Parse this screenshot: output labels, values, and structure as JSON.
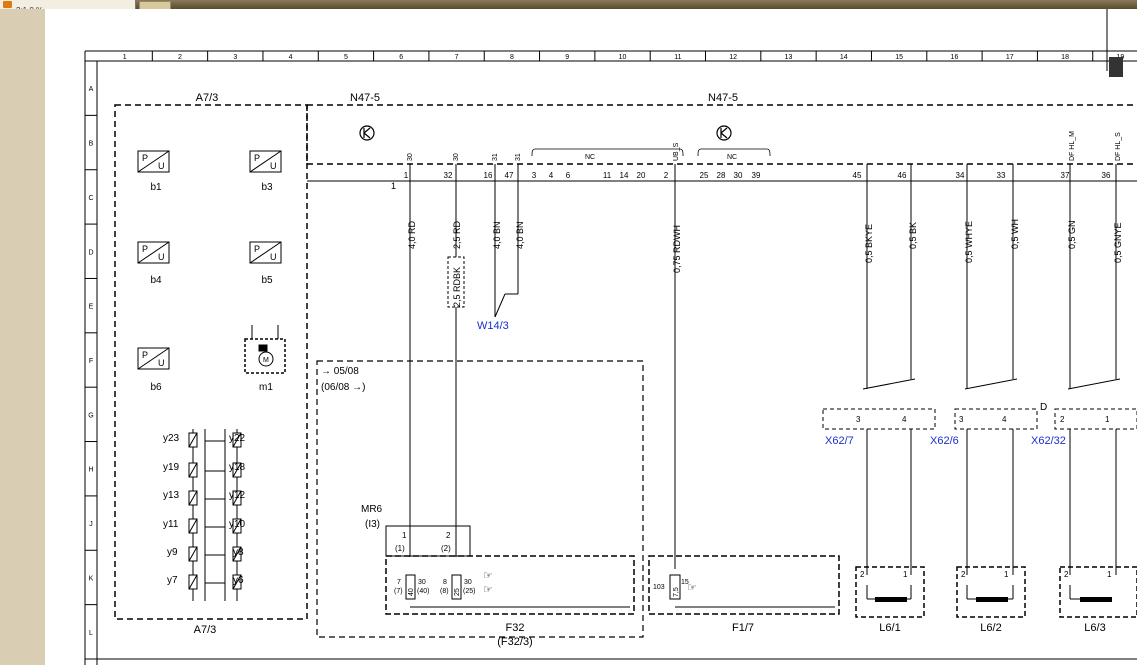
{
  "window": {
    "tab_label": "2:1.0 %"
  },
  "grid": {
    "columns": [
      "1",
      "2",
      "3",
      "4",
      "5",
      "6",
      "7",
      "8",
      "9",
      "10",
      "11",
      "12",
      "13",
      "14",
      "15",
      "16",
      "17",
      "18",
      "19"
    ],
    "rows": [
      "A",
      "B",
      "C",
      "D",
      "E",
      "F",
      "G",
      "H",
      "J",
      "K",
      "L"
    ]
  },
  "labels": {
    "a7_3_top": "A7/3",
    "a7_3_bottom": "A7/3",
    "n47_5_left": "N47-5",
    "n47_5_right": "N47-5",
    "b1": "b1",
    "b3": "b3",
    "b4": "b4",
    "b5": "b5",
    "b6": "b6",
    "m1": "m1",
    "valves_left": [
      "y23",
      "y19",
      "y13",
      "y11",
      "y9",
      "y7"
    ],
    "valves_right": [
      "y22",
      "y18",
      "y12",
      "y10",
      "y8",
      "y6"
    ],
    "pu": "P",
    "pu2": "U",
    "conn_one": "1",
    "w14_3": "W14/3",
    "date1": "→ 05/08",
    "date2": "(06/08 →)",
    "mr6": "MR6",
    "i3": "(I3)",
    "f32": "F32",
    "f32_3": "(F32/3)",
    "f1_7": "F1/7",
    "l6_1": "L6/1",
    "l6_2": "L6/2",
    "l6_3": "L6/3",
    "x62_7": "X62/7",
    "x62_6": "X62/6",
    "x62_32": "X62/32",
    "d": "D",
    "nc": "NC"
  },
  "pins": {
    "top_codes": [
      "30",
      "30",
      "31",
      "31",
      "UB_S",
      "DF HL_M",
      "DF HL_S"
    ],
    "bottom_left": [
      "1",
      "32",
      "16",
      "47",
      "3",
      "4",
      "6",
      "11",
      "14",
      "20",
      "2"
    ],
    "bottom_right": [
      "25",
      "28",
      "30",
      "39",
      "45",
      "46",
      "34",
      "33",
      "37",
      "36"
    ]
  },
  "wires": {
    "w1": "4,0 RD",
    "w2": "2,5 RD",
    "w2b": "2,5 RDBK",
    "w3": "4,0 BN",
    "w4": "4,0 BN",
    "w5": "0,75 RDWH",
    "w6": "0,5 BKYE",
    "w7": "0,5 BK",
    "w8": "0,5 WHYE",
    "w9": "0,5 WH",
    "w10": "0,5 GN",
    "w11": "0,5 GNYE"
  },
  "fuses": {
    "f_left_num": "7",
    "f_left_paren": "(7)",
    "f_left_val": "40",
    "f_left_val2": "(40)",
    "f_left_amp": "30",
    "f_mid_num": "8",
    "f_mid_paren": "(8)",
    "f_mid_val": "25",
    "f_mid_val2": "(25)",
    "f_mid_amp": "30",
    "mr6_pin1": "1",
    "mr6_pin1p": "(1)",
    "mr6_pin2": "2",
    "mr6_pin2p": "(2)",
    "f17_num": "103",
    "f17_val": "7,5",
    "f17_amp": "15"
  },
  "connectors": {
    "x62_7_pins": [
      "3",
      "4"
    ],
    "x62_6_pins": [
      "3",
      "4"
    ],
    "x62_32_pins": [
      "2",
      "1"
    ],
    "l6_pins": [
      "2",
      "1"
    ]
  },
  "colors": {
    "line": "#000000",
    "ref_blue": "#1a2fd0",
    "page_bg": "#e8dfcf"
  }
}
